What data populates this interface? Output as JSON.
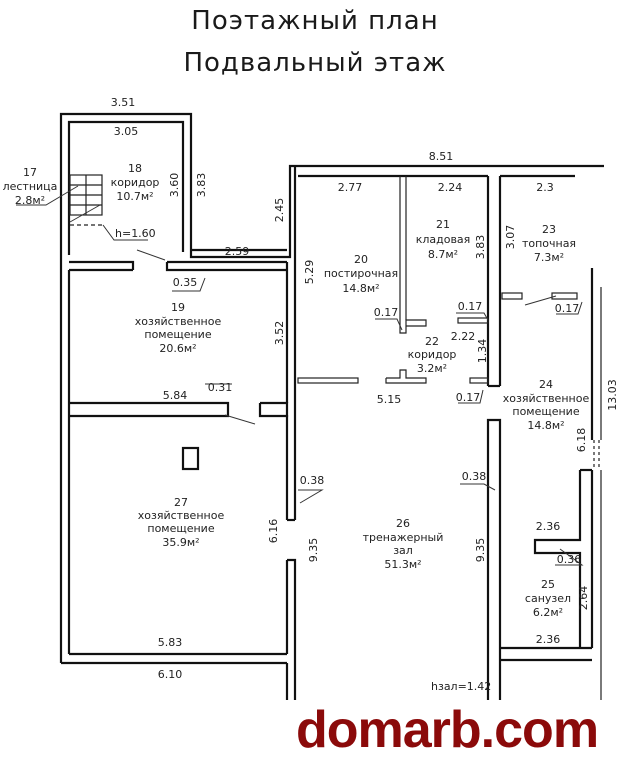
{
  "title": {
    "line1": "Поэтажный план",
    "line2": "Подвальный этаж"
  },
  "rooms": [
    {
      "number": "17",
      "name": "лестница",
      "area": "2.8м²"
    },
    {
      "number": "18",
      "name": "коридор",
      "area": "10.7м²"
    },
    {
      "number": "19",
      "name_line1": "хозяйственное",
      "name_line2": "помещение",
      "area": "20.6м²"
    },
    {
      "number": "20",
      "name": "постирочная",
      "area": "14.8м²"
    },
    {
      "number": "21",
      "name": "кладовая",
      "area": "8.7м²"
    },
    {
      "number": "22",
      "name": "коридор",
      "area": "3.2м²"
    },
    {
      "number": "23",
      "name": "топочная",
      "area": "7.3м²"
    },
    {
      "number": "24",
      "name_line1": "хозяйственное",
      "name_line2": "помещение",
      "area": "14.8м²"
    },
    {
      "number": "25",
      "name": "санузел",
      "area": "6.2м²"
    },
    {
      "number": "26",
      "name_line1": "тренажерный",
      "name_line2": "зал",
      "area": "51.3м²"
    },
    {
      "number": "27",
      "name_line1": "хозяйственное",
      "name_line2": "помещение",
      "area": "35.9м²"
    }
  ],
  "dimensions": {
    "d351": "3.51",
    "d305": "3.05",
    "d360": "3.60",
    "d383a": "3.83",
    "d245": "2.45",
    "d259": "2.59",
    "d035": "0.35",
    "d352": "3.52",
    "d584": "5.84",
    "d031": "0.31",
    "d851": "8.51",
    "d277": "2.77",
    "d224": "2.24",
    "d23": "2.3",
    "d529": "5.29",
    "d383b": "3.83",
    "d307": "3.07",
    "d017a": "0.17",
    "d017b": "0.17",
    "d017c": "0.17",
    "d017d": "0.17",
    "d222": "2.22",
    "d134": "1.34",
    "d515": "5.15",
    "d1303": "13.03",
    "d618": "6.18",
    "d038a": "0.38",
    "d038b": "0.38",
    "d616": "6.16",
    "d935a": "9.35",
    "d935b": "9.35",
    "d236a": "2.36",
    "d036": "0.36",
    "d264": "2.64",
    "d236b": "2.36",
    "d583": "5.83",
    "d610": "6.10"
  },
  "notes": {
    "stair_height": "h=1.60",
    "hall_height": "hзал=1.42"
  },
  "watermark": "domarb.com"
}
